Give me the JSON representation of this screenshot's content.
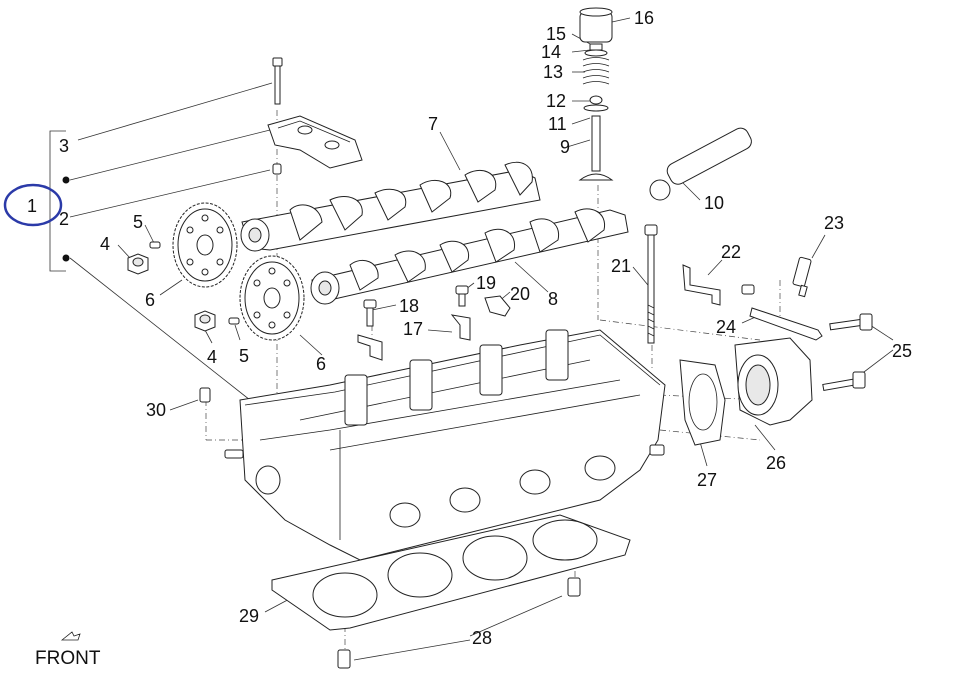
{
  "diagram": {
    "labels": {
      "p1": "1",
      "p2": "2",
      "p3": "3",
      "p4a": "4",
      "p4b": "4",
      "p5a": "5",
      "p5b": "5",
      "p6a": "6",
      "p6b": "6",
      "p7": "7",
      "p8": "8",
      "p9": "9",
      "p10": "10",
      "p11": "11",
      "p12": "12",
      "p13": "13",
      "p14": "14",
      "p15": "15",
      "p16": "16",
      "p17": "17",
      "p18": "18",
      "p19": "19",
      "p20": "20",
      "p21": "21",
      "p22": "22",
      "p23": "23",
      "p24": "24",
      "p25": "25",
      "p26": "26",
      "p27": "27",
      "p28": "28",
      "p29": "29",
      "p30": "30"
    },
    "front_label": "FRONT",
    "highlight_color": "#2b3aa8",
    "line_color": "#222222"
  }
}
